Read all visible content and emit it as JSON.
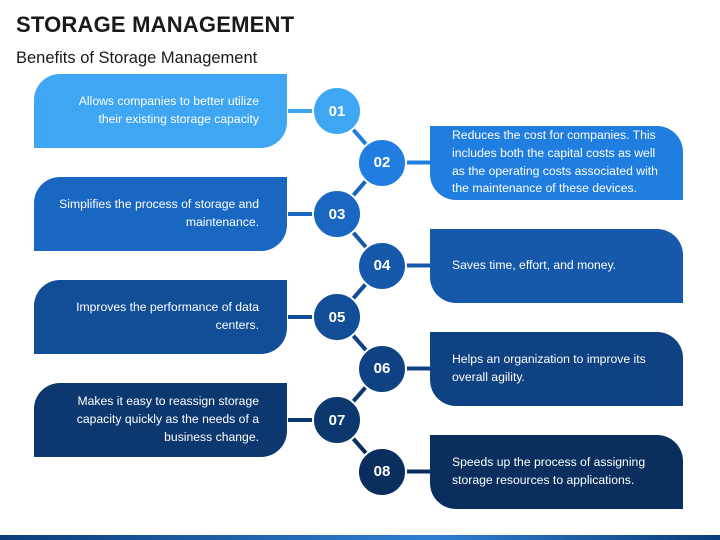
{
  "header": {
    "title": "STORAGE MANAGEMENT",
    "subtitle": "Benefits of Storage Management"
  },
  "steps": [
    {
      "num": "01",
      "side": "left",
      "color": "#3ea6f2",
      "text": "Allows companies to better utilize their existing storage capacity"
    },
    {
      "num": "02",
      "side": "right",
      "color": "#1f7ee0",
      "text": "Reduces the cost for companies. This includes both the capital costs as well as the operating costs associated with the maintenance of these devices."
    },
    {
      "num": "03",
      "side": "left",
      "color": "#1a67c2",
      "text": "Simplifies the process of storage and maintenance."
    },
    {
      "num": "04",
      "side": "right",
      "color": "#1659ab",
      "text": "Saves time, effort, and money."
    },
    {
      "num": "05",
      "side": "left",
      "color": "#124d97",
      "text": "Improves the performance of data centers."
    },
    {
      "num": "06",
      "side": "right",
      "color": "#0f4282",
      "text": "Helps an organization to improve its overall agility."
    },
    {
      "num": "07",
      "side": "left",
      "color": "#0c386f",
      "text": "Makes it easy to reassign storage capacity quickly as the needs of a business change."
    },
    {
      "num": "08",
      "side": "right",
      "color": "#0a2f5e",
      "text": "Speeds up the process of assigning storage resources to applications."
    }
  ]
}
